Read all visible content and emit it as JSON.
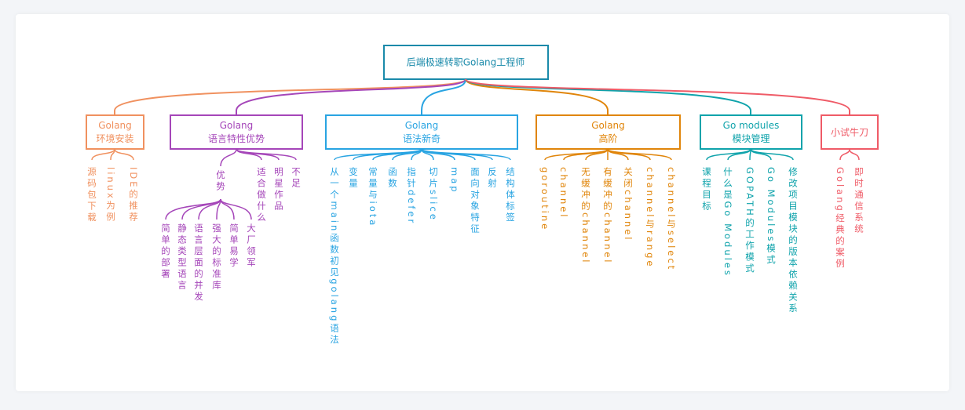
{
  "root": {
    "label": "后端极速转职Golang工程师",
    "color": "#1a8aaa"
  },
  "branches": [
    {
      "color": "#f0915f",
      "lines": [
        "Golang",
        "环境安装"
      ],
      "leaves": [
        "源码包下载",
        "linux为例",
        "IDE的推荐"
      ]
    },
    {
      "color": "#a546b9",
      "lines": [
        "Golang",
        "语言特性优势"
      ],
      "group": {
        "label": "优势",
        "children": [
          "简单的部署",
          "静态类型语言",
          "语言层面的并发",
          "强大的标准库",
          "简单易学",
          "大厂领军"
        ]
      },
      "leaves": [
        "适合做什么",
        "明星作品",
        "不足"
      ]
    },
    {
      "color": "#29a4e2",
      "lines": [
        "Golang",
        "语法新奇"
      ],
      "leaves": [
        "从一个main函数初见golang语法",
        "变量",
        "常量与iota",
        "函数",
        "指针defer",
        "切片slice",
        "map",
        "面向对象特征",
        "反射",
        "结构体标签"
      ]
    },
    {
      "color": "#e0850a",
      "lines": [
        "Golang",
        "高阶"
      ],
      "leaves": [
        "goroutine",
        "channel",
        "无缓冲的channel",
        "有缓冲的channel",
        "关闭channel",
        "channel与range",
        "channel与select"
      ]
    },
    {
      "color": "#0fa3ab",
      "lines": [
        "Go modules",
        "模块管理"
      ],
      "leaves": [
        "课程目标",
        "什么是Go Modules",
        "GOPATH的工作模式",
        "Go Modules模式",
        "修改项目模块的版本依赖关系"
      ]
    },
    {
      "color": "#ef5b67",
      "lines": [
        "小试牛刀"
      ],
      "leaves": [
        "Golang经典的案例",
        "即时通信系统"
      ]
    }
  ]
}
